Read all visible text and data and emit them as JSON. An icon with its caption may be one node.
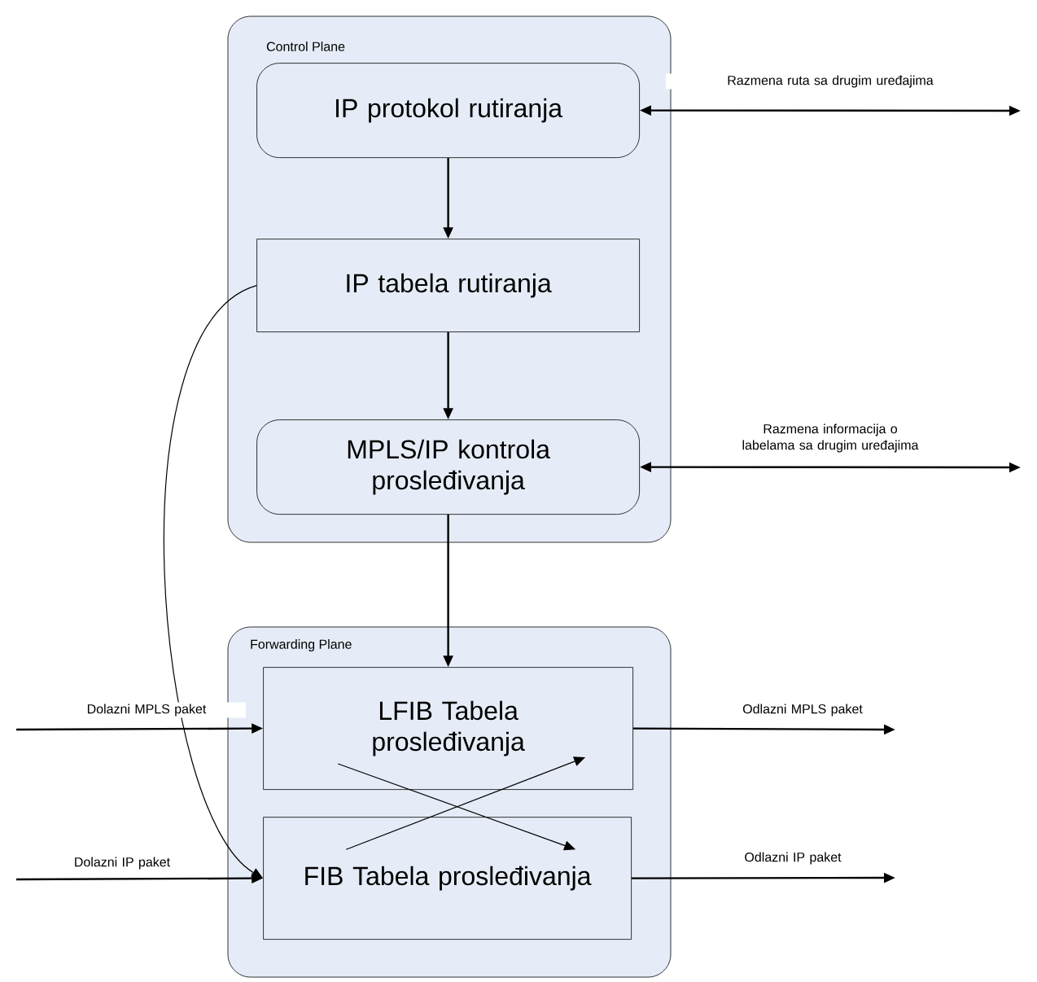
{
  "diagram": {
    "nodes": [
      {
        "text": [
          "Control Plane"
        ]
      },
      {
        "text": [
          "IP protokol rutiranja"
        ],
        "in": 0
      },
      {
        "text": [
          "IP tabela rutiranja"
        ],
        "in": 0
      },
      {
        "text": [
          "MPLS/IP kontrola prosleđivanja"
        ],
        "in": 0
      },
      {
        "text": [
          "Forwarding Plane"
        ]
      },
      {
        "text": [
          "LFIB Tabela prosleđivanja"
        ],
        "in": 4
      },
      {
        "text": [
          "FIB Tabela prosleđivanja"
        ],
        "in": 4
      }
    ],
    "edges": [
      {
        "from": 1,
        "to": 2,
        "arrow": "to"
      },
      {
        "from": 2,
        "to": 3,
        "arrow": "to"
      },
      {
        "from": 3,
        "to": 5,
        "arrow": "to"
      },
      {
        "from": 1,
        "to": null,
        "arrow": "both",
        "label": "Razmena ruta sa drugim uređajima"
      },
      {
        "from": 3,
        "to": null,
        "arrow": "both",
        "label": "Razmena informacija o labelama sa drugim uređajima"
      },
      {
        "from": null,
        "to": 5,
        "arrow": "to",
        "label": "Dolazni MPLS paket"
      },
      {
        "from": 5,
        "to": null,
        "arrow": "to",
        "label": "Odlazni MPLS paket"
      },
      {
        "from": null,
        "to": 6,
        "arrow": "to",
        "label": "Dolazni IP paket"
      },
      {
        "from": 6,
        "to": null,
        "arrow": "to",
        "label": "Odlazni IP paket"
      },
      {
        "from": 2,
        "to": 6,
        "arrow": "to"
      },
      {
        "from": 5,
        "to": 6,
        "arrow": "to"
      },
      {
        "from": 6,
        "to": 5,
        "arrow": "to"
      }
    ]
  }
}
